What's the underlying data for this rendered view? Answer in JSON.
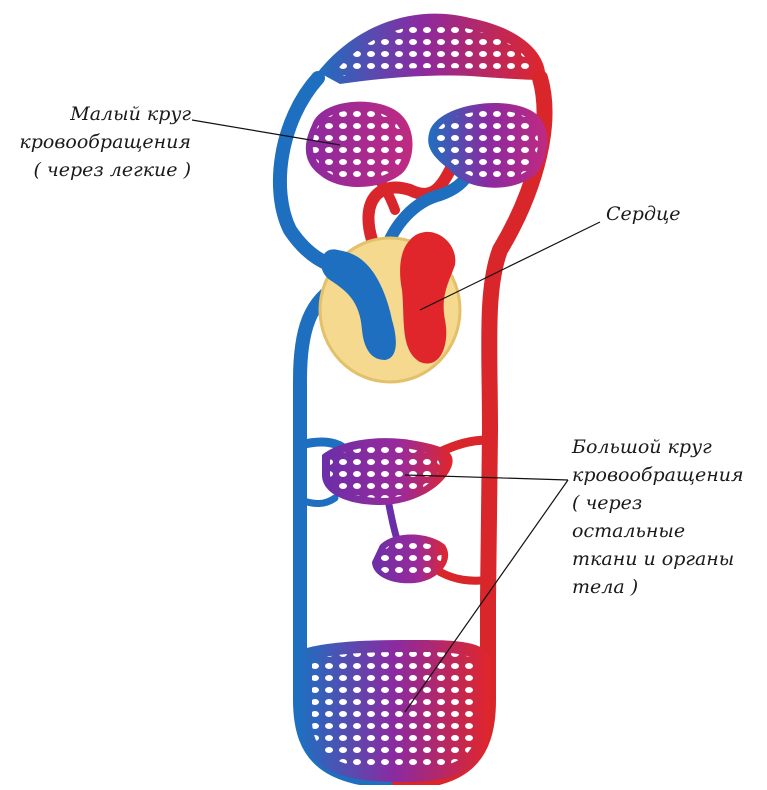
{
  "labels": {
    "pulmonary": {
      "line1": "Малый круг",
      "line2": "кровообращения",
      "line3": "( через легкие )"
    },
    "heart": {
      "line1": "Сердце"
    },
    "systemic": {
      "line1": "Большой круг",
      "line2": "кровообращения",
      "line3": "( через",
      "line4": "остальные",
      "line5": "ткани и органы",
      "line6": "тела )"
    }
  },
  "colors": {
    "oxygenated": "#e0262b",
    "deoxygenated": "#1f6fc0",
    "capillary_mix": "#8b2aa0",
    "heart_wall": "#f4d98f"
  },
  "parts": [
    "lungs-capillary-net",
    "heart",
    "upper-body-capillary-net",
    "organ-capillary-net",
    "lower-body-capillary-net"
  ]
}
